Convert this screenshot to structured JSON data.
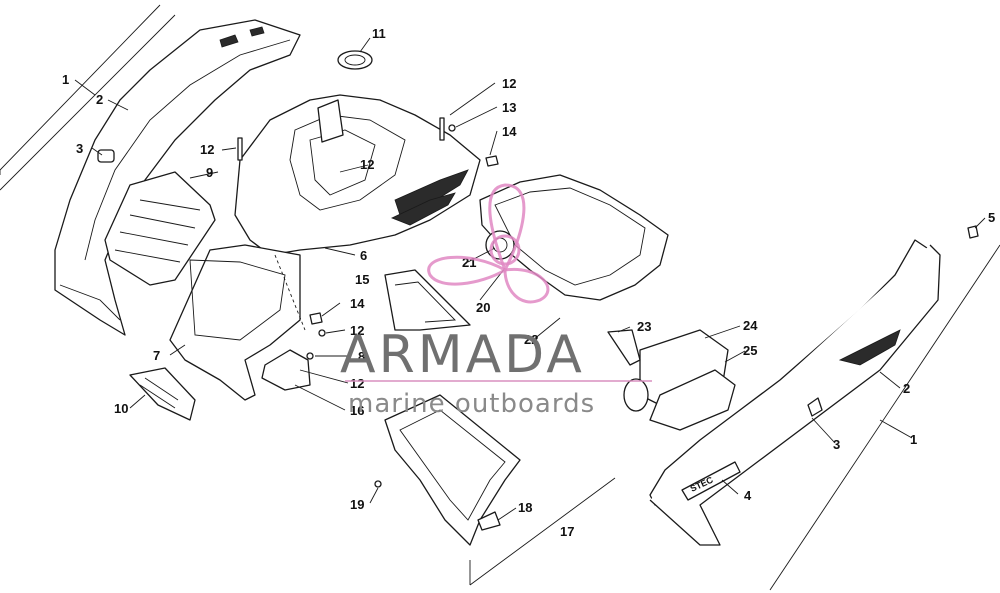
{
  "callouts": [
    {
      "id": "c1-left",
      "label": "1"
    },
    {
      "id": "c2-left",
      "label": "2"
    },
    {
      "id": "c3-left",
      "label": "3"
    },
    {
      "id": "c9",
      "label": "9"
    },
    {
      "id": "c11",
      "label": "11"
    },
    {
      "id": "c12-a",
      "label": "12"
    },
    {
      "id": "c12-b",
      "label": "12"
    },
    {
      "id": "c12-c",
      "label": "12"
    },
    {
      "id": "c12-d",
      "label": "12"
    },
    {
      "id": "c12-e",
      "label": "12"
    },
    {
      "id": "c13",
      "label": "13"
    },
    {
      "id": "c14-a",
      "label": "14"
    },
    {
      "id": "c14-b",
      "label": "14"
    },
    {
      "id": "c6",
      "label": "6"
    },
    {
      "id": "c15",
      "label": "15"
    },
    {
      "id": "c20",
      "label": "20"
    },
    {
      "id": "c21",
      "label": "21"
    },
    {
      "id": "c22",
      "label": "22"
    },
    {
      "id": "c23",
      "label": "23"
    },
    {
      "id": "c24",
      "label": "24"
    },
    {
      "id": "c25",
      "label": "25"
    },
    {
      "id": "c5",
      "label": "5"
    },
    {
      "id": "c2-right",
      "label": "2"
    },
    {
      "id": "c3-right",
      "label": "3"
    },
    {
      "id": "c1-right",
      "label": "1"
    },
    {
      "id": "c4",
      "label": "4"
    },
    {
      "id": "c7",
      "label": "7"
    },
    {
      "id": "c8",
      "label": "8"
    },
    {
      "id": "c10",
      "label": "10"
    },
    {
      "id": "c16",
      "label": "16"
    },
    {
      "id": "c17",
      "label": "17"
    },
    {
      "id": "c18",
      "label": "18"
    },
    {
      "id": "c19",
      "label": "19"
    }
  ],
  "watermark": {
    "brand": "ARMADA",
    "tagline": "marine outboards",
    "accent_color": "#e088c3"
  },
  "decal_text": "STEC"
}
